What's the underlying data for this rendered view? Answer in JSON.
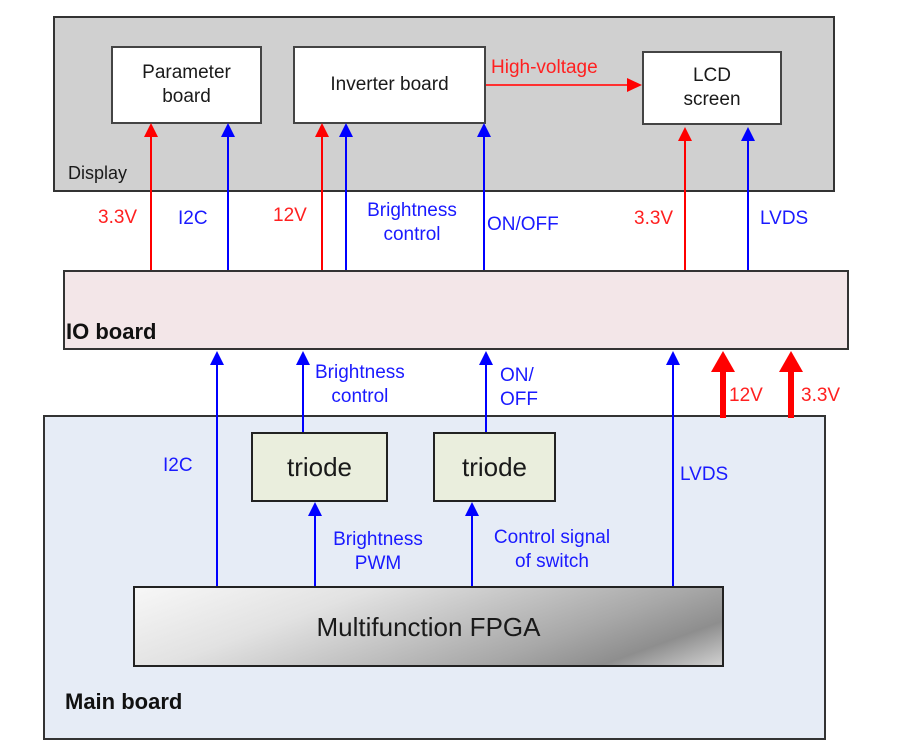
{
  "colors": {
    "power": "#ff0000",
    "signal": "#0000ff",
    "display_bg": "#d0d0d0",
    "io_bg": "#f3e6e8",
    "main_bg": "#e6ecf6",
    "triode_bg": "#eaeedd"
  },
  "display": {
    "label": "Display",
    "parameter_board": [
      "Parameter",
      "board"
    ],
    "inverter_board": "Inverter board",
    "lcd_screen": [
      "LCD",
      "screen"
    ],
    "high_voltage": "High-voltage"
  },
  "display_links": {
    "param_power": "3.3V",
    "param_i2c": "I2C",
    "inverter_power": "12V",
    "inverter_brightness": [
      "Brightness",
      "control"
    ],
    "inverter_onoff": "ON/OFF",
    "lcd_power": "3.3V",
    "lcd_lvds": "LVDS"
  },
  "io_board": {
    "label": "IO board"
  },
  "main_links": {
    "brightness_control": [
      "Brightness",
      "control"
    ],
    "on_off": [
      "ON/",
      "OFF"
    ],
    "power_12v": "12V",
    "power_33v": "3.3V",
    "i2c": "I2C",
    "lvds": "LVDS",
    "brightness_pwm": [
      "Brightness",
      "PWM"
    ],
    "control_signal": [
      "Control signal",
      "of switch"
    ]
  },
  "main_board": {
    "label": "Main board",
    "triode_1": "triode",
    "triode_2": "triode",
    "fpga": "Multifunction FPGA"
  }
}
